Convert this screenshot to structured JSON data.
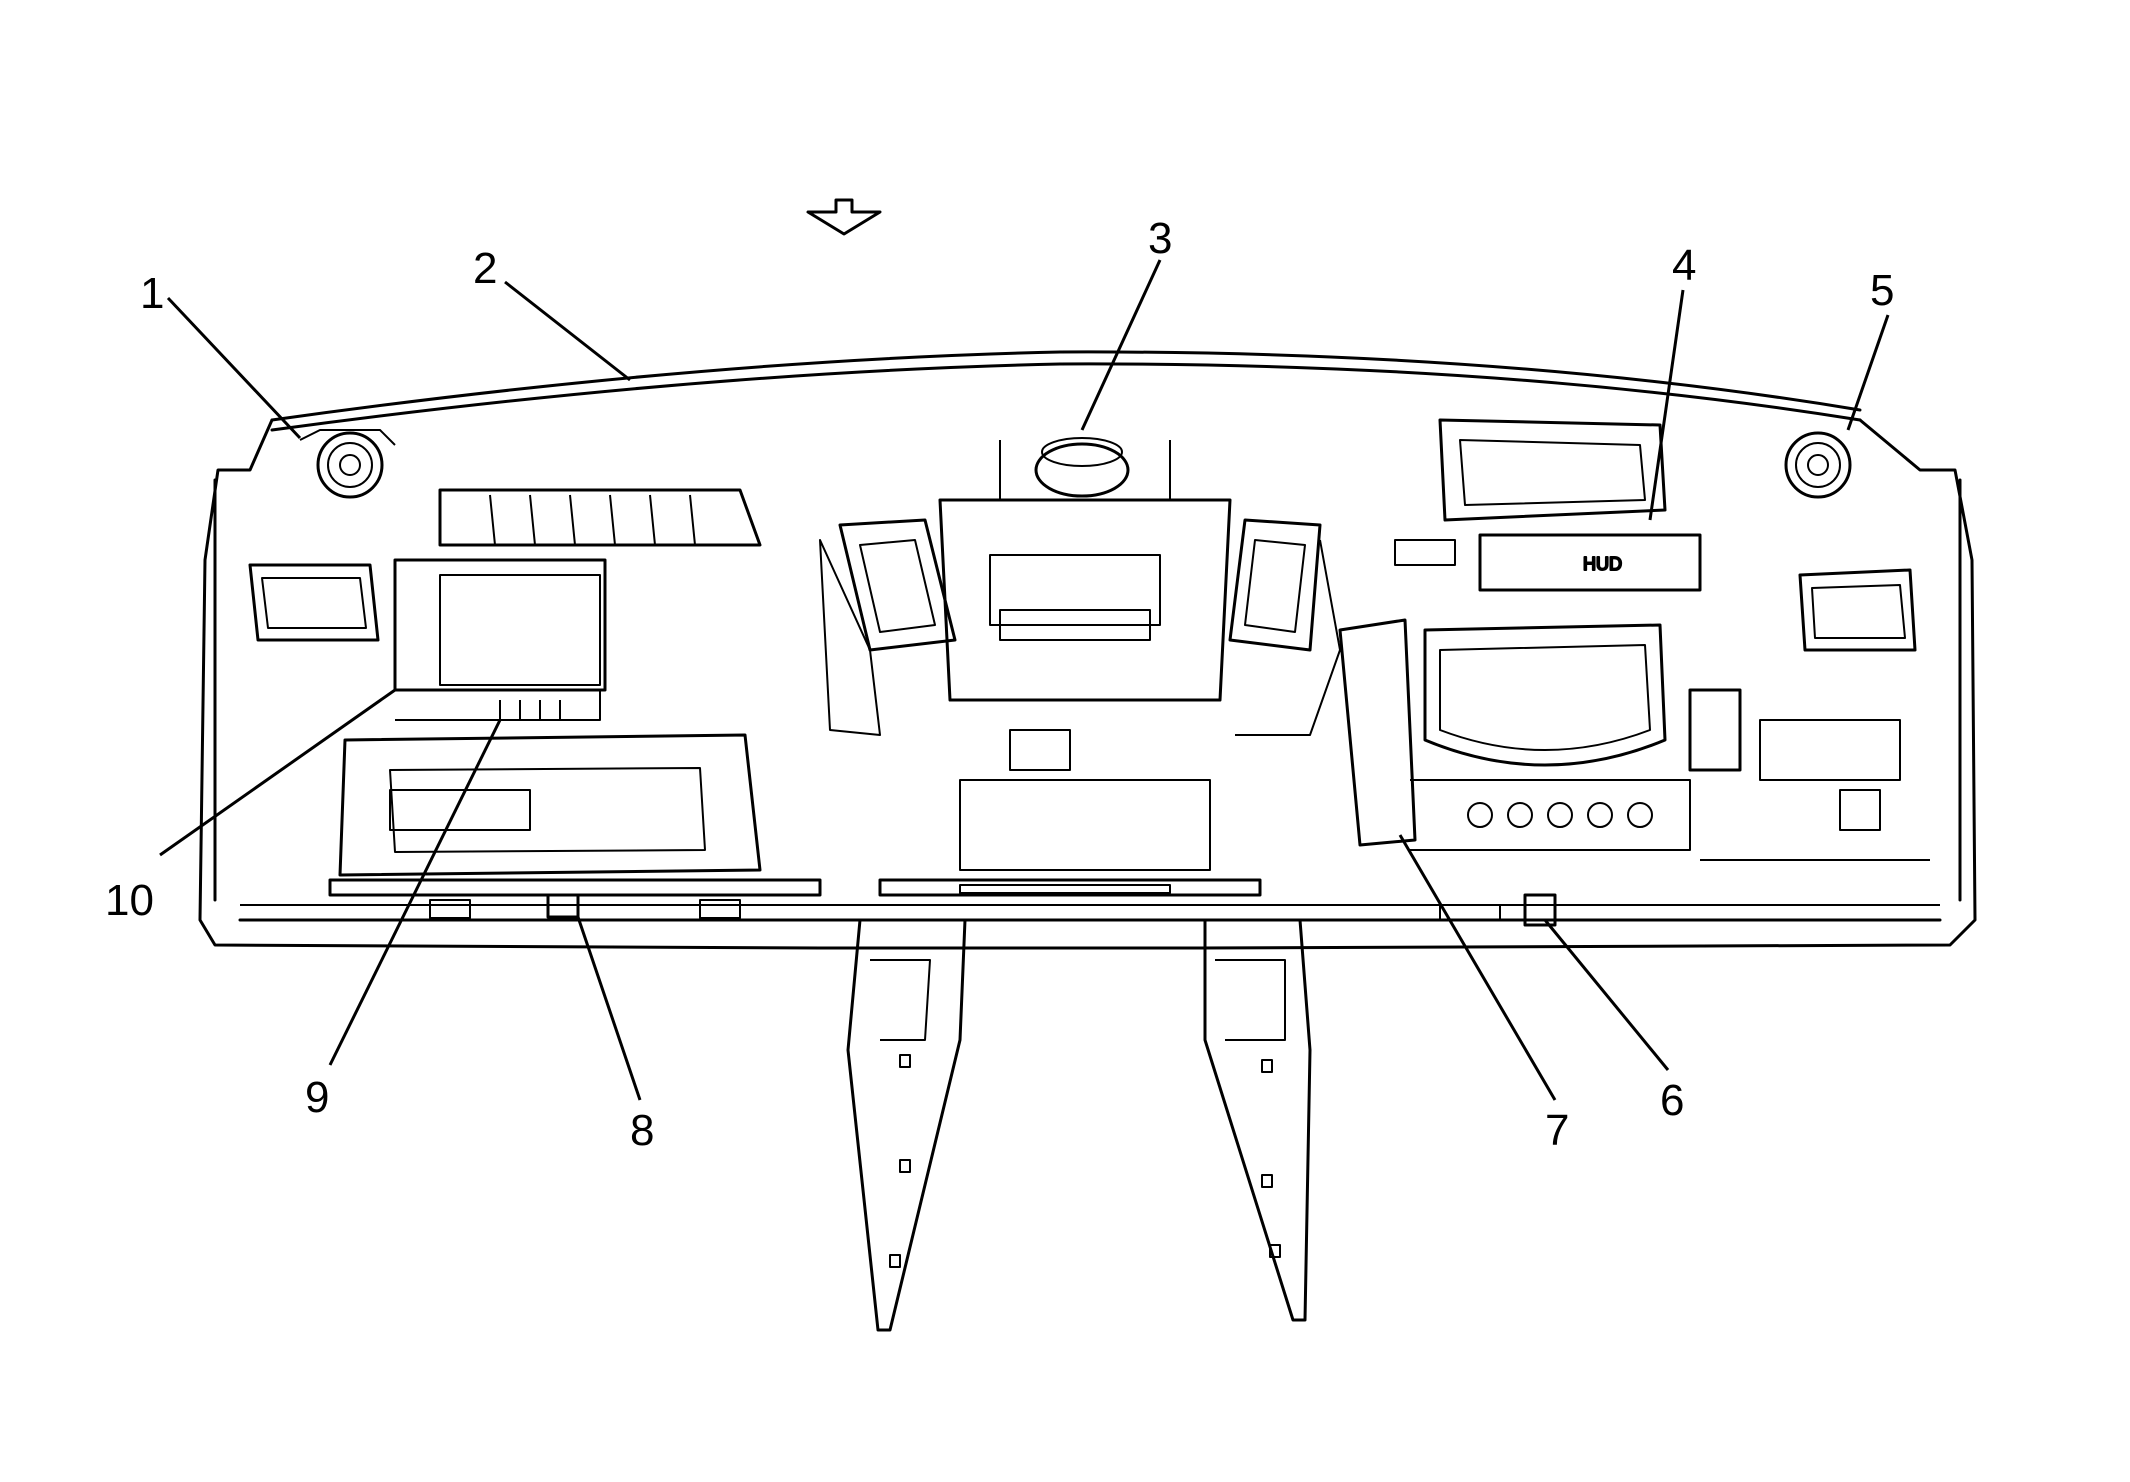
{
  "diagram": {
    "callouts": [
      "1",
      "2",
      "3",
      "4",
      "5",
      "6",
      "7",
      "8",
      "9",
      "10"
    ],
    "hud_label": "HUD"
  }
}
